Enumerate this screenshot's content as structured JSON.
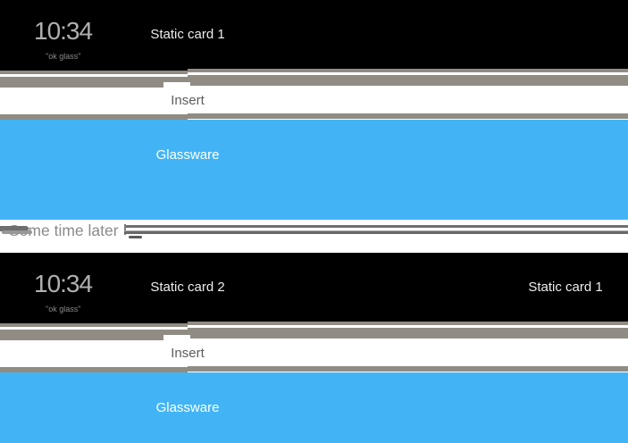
{
  "colors": {
    "card_black": "#000000",
    "glassware_blue": "#42b4f5",
    "timeline_gray": "#908c84",
    "clock_gray": "#b0b0b0",
    "hotword_gray": "#8a8a8a",
    "label_white": "#ededed",
    "insert_gray": "#5d5d5d",
    "separator_gray": "#8a8a8a",
    "separator_line_gray": "#6e6e6e"
  },
  "before": {
    "clock_time": "10:34",
    "hotword": "\"ok glass\"",
    "static_card_label": "Static card 1",
    "insert_label": "Insert",
    "glassware_label": "Glassware"
  },
  "separator": {
    "label": "Some time later"
  },
  "after": {
    "clock_time": "10:34",
    "hotword": "\"ok glass\"",
    "static_card_label": "Static card 2",
    "pushed_card_label": "Static card 1",
    "insert_label": "Insert",
    "glassware_label": "Glassware"
  }
}
